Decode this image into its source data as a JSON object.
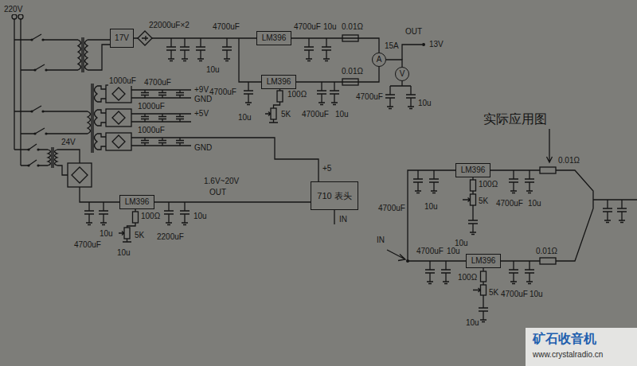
{
  "diagram": {
    "nodes": [
      {
        "text": [
          "17V"
        ]
      },
      {
        "text": [
          "LM396"
        ]
      },
      {
        "text": [
          "LM396"
        ]
      },
      {
        "text": [
          "A"
        ]
      },
      {
        "text": [
          "V"
        ]
      },
      {
        "text": [
          "LM396"
        ]
      },
      {
        "text": [
          "710 表头"
        ]
      },
      {
        "text": [
          "LM396"
        ]
      },
      {
        "text": [
          "LM396"
        ]
      }
    ],
    "edges": [
      {
        "from": 1,
        "to": 3,
        "arrow": "none"
      },
      {
        "from": 2,
        "to": 3,
        "arrow": "none"
      },
      {
        "from": 3,
        "to": 4,
        "arrow": "none"
      },
      {
        "from": 5,
        "to": 6,
        "arrow": "none"
      }
    ],
    "labels": [
      "220V",
      "22000uF×2",
      "4700uF",
      "10u",
      "4700uF",
      "10u",
      "0.01Ω",
      "15A",
      "OUT",
      "13V",
      "0.01Ω",
      "4700uF",
      "10u",
      "4700uF",
      "100Ω",
      "5K",
      "10u",
      "4700uF",
      "10u",
      "1000uF",
      "4700uF",
      "+9V",
      "GND",
      "+5V",
      "1000uF",
      "1000uF",
      "GND",
      "24V",
      "1.6V~20V",
      "OUT",
      "+5",
      "IN",
      "4700uF",
      "10u",
      "100Ω",
      "5K",
      "10u",
      "2200uF",
      "10u",
      "实际应用图",
      "0.01Ω",
      "4700uF",
      "10u",
      "100Ω",
      "5K",
      "10u",
      "4700uF",
      "10u",
      "IN",
      "4700uF",
      "10u",
      "100Ω",
      "5K",
      "10u",
      "4700uF",
      "10u",
      "0.01Ω",
      "矿石收音机",
      "www.crystalradio.cn"
    ]
  }
}
